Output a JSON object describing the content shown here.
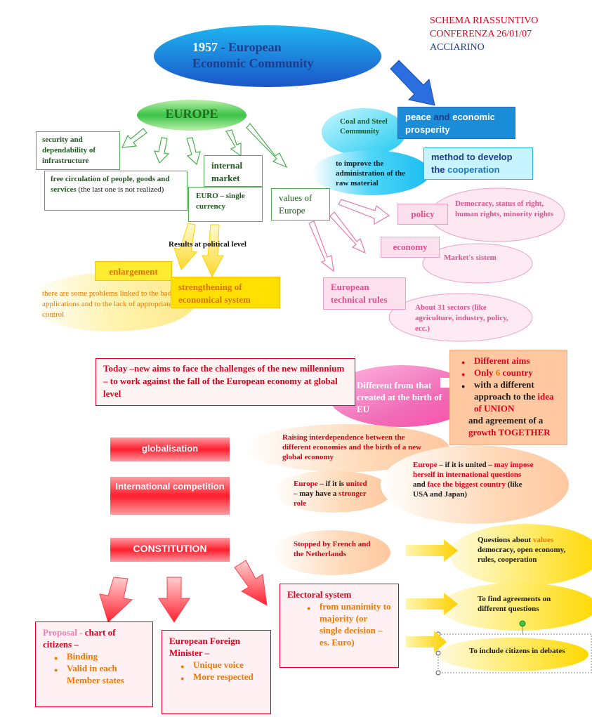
{
  "header": {
    "line1": "SCHEMA RIASSUNTIVO",
    "line2": "CONFERENZA 26/01/07",
    "line3": "ACCIARINO",
    "color_red": "#e0001b",
    "color_blue": "#1e3c8c"
  },
  "top": {
    "year": "1957",
    "title_rest": " - European",
    "title_line2": "Economic Community",
    "europe": "EUROPE",
    "peace_a": "peace ",
    "peace_b": "and",
    "peace_c": " economic prosperity",
    "coal": "Coal and Steel Community",
    "improve": "to improve the administration of the raw material",
    "method_a": "method to develop the ",
    "method_b": "cooperation"
  },
  "pillars": {
    "security": "security and dependability of infrastructure",
    "free_bold": "free circulation of people, goods and services",
    "free_rest": " (the last one is not realized)",
    "internal": "internal market",
    "euro": "EURO – single currency",
    "values": "values of Europe"
  },
  "political": {
    "results": "Results at political level",
    "enlargement": "enlargement",
    "problems": "there are some problems linked to the bad applications and to the lack of appropriate control",
    "strengthening": "strengthening of economical system"
  },
  "values_branch": {
    "policy": "policy",
    "democracy": "Democracy, status of right, human rights, minority rights",
    "economy": "economy",
    "market": "Market's sistem",
    "technical": "European technical rules",
    "sectors": "About 31 sectors (like agriculture, industry, policy, ecc.)"
  },
  "today": {
    "today_a": "Today –new aims to face the challenges of the new millennium – ",
    "today_b": "to work against the fall of the European economy at global level",
    "different": "Different from that created at the birth of EU",
    "aims_1": "Different aims",
    "aims_2a": "Only ",
    "aims_2b": "6",
    "aims_2c": " country",
    "aims_3a": "with a different approach to the ",
    "aims_3b": "idea of UNION",
    "aims_4a": "and agreement of a ",
    "aims_4b": "growth TOGETHER"
  },
  "issues": {
    "globalisation": "globalisation",
    "raising": "Raising interdependence between the different economies and the birth of a new global economy",
    "competition": "International competition",
    "eu_small_a": "Europe",
    "eu_small_b": " – if it is ",
    "eu_small_c": "united",
    "eu_small_d": " – may have a ",
    "eu_small_e": "stronger role",
    "eu_big_a": "Europe",
    "eu_big_b": " – if it is united – ",
    "eu_big_c": "may impose herself in international questions",
    "eu_big_d": " and ",
    "eu_big_e": "face the biggest country",
    "eu_big_f": " (like USA and Japan)",
    "constitution": "CONSTITUTION",
    "stopped": "Stopped by French and the Netherlands",
    "q_values_a": "Questions about ",
    "q_values_b": "values",
    "q_values_c": " democracy, open economy, rules, cooperation",
    "agreements": "To find agreements on different questions",
    "include": "To include citizens in debates"
  },
  "bottom": {
    "proposal_a": "Proposal - ",
    "proposal_b": "chart of citizens –",
    "binding": "Binding",
    "valid": "Valid in each Member states",
    "foreign": "European Foreign Minister –",
    "unique": "Unique voice",
    "respected": "More respected",
    "electoral": "Electoral system",
    "unanimity": "from unanimity to majority (or single decision – es. Euro)"
  }
}
